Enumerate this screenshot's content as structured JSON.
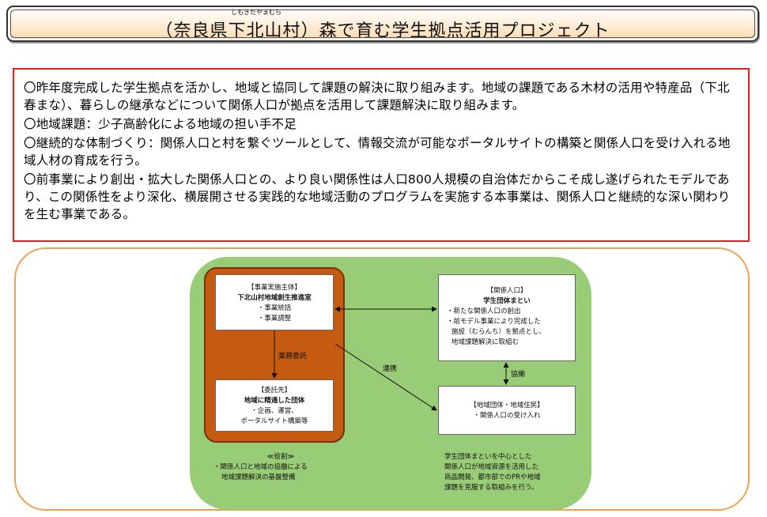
{
  "title": {
    "text": "（奈良県下北山村）森で育む学生拠点活用プロジェクト",
    "ruby": "しもきたやまむら"
  },
  "summary": {
    "lines": [
      "〇昨年度完成した学生拠点を活かし、地域と協同して課題の解決に取り組みます。地域の課題である木材の活用や特産品（下北春まな）、暮らしの継承などについて関係人口が拠点を活用して課題解決に取り組みます。",
      "〇地域課題：少子高齢化による地域の担い手不足",
      "〇継続的な体制づくり：関係人口と村を繋ぐツールとして、情報交流が可能なポータルサイトの構築と関係人口を受け入れる地域人材の育成を行う。",
      "〇前事業により創出・拡大した関係人口との、より良い関係性は人口800人規模の自治体だからこそ成し遂げられたモデルであり、この関係性をより深化、横展開させる実践的な地域活動のプログラムを実施する本事業は、関係人口と継続的な深い関わりを生む事業である。"
    ]
  },
  "diagram": {
    "implementer": {
      "tag": "【事業実施主体】",
      "name": "下北山村地域創生推進室",
      "items": [
        "・事業統括",
        "・事業調整"
      ]
    },
    "contractor": {
      "tag": "【委託先】",
      "name": "地域に精通した団体",
      "items": [
        "・企画、運営、",
        "ポータルサイト構築等"
      ]
    },
    "related_people": {
      "tag": "【関係人口】",
      "name": "学生団体まとい",
      "items": [
        "・新たな関係人口の創出",
        "・前モデル事業により完成した",
        "施設（むらんち）を拠点とし、",
        "地域課題解決に取組む"
      ]
    },
    "local_groups": {
      "tag": "【地域団体・地域住民】",
      "items": [
        "・関係人口の受け入れ"
      ]
    },
    "labels": {
      "outsourcing": "業務委託",
      "collaboration": "連携",
      "cooperation": "協働"
    },
    "role_note": {
      "heading": "≪役割≫",
      "lines": [
        "・関係人口と地域の協働による",
        "地域課題解決の基盤整備"
      ]
    },
    "student_note": {
      "lines": [
        "学生団体まといを中心とした",
        "関係人口が地域資源を活用した",
        "商品開発、都市部でのPRや地域",
        "課題を克服する取組みを行う。"
      ]
    }
  },
  "colors": {
    "summary_border": "#e02020",
    "outer_frame": "#f0a050",
    "green_panel": "#99cc77",
    "left_group": "#c55a11"
  }
}
